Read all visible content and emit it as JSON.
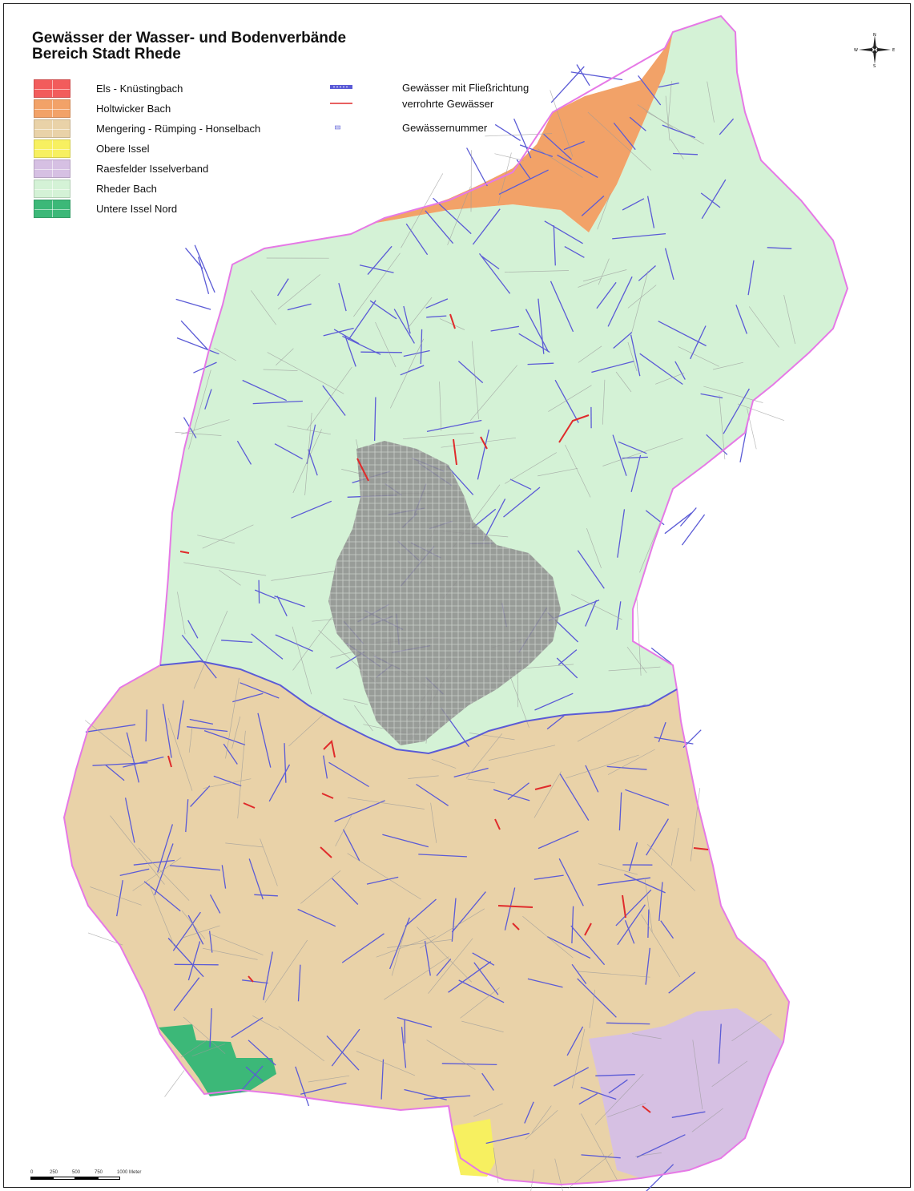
{
  "title": {
    "line1": "Gewässer der Wasser- und Bodenverbände",
    "line2": "Bereich Stadt Rhede"
  },
  "legend": [
    {
      "label": "Els - Knüstingbach",
      "color": "#f25c5c"
    },
    {
      "label": "Holtwicker Bach",
      "color": "#f2a268"
    },
    {
      "label": "Mengering - Rümping - Honselbach",
      "color": "#e9d2a8"
    },
    {
      "label": "Obere Issel",
      "color": "#f7f060"
    },
    {
      "label": "Raesfelder Isselverband",
      "color": "#d6c0e3"
    },
    {
      "label": "Rheder Bach",
      "color": "#d4f2d6"
    },
    {
      "label": "Untere Issel Nord",
      "color": "#3cb878"
    }
  ],
  "line_legend": [
    {
      "label": "Gewässer mit Fließrichtung",
      "symbol": "flow-line",
      "color": "#5b5bd6"
    },
    {
      "label": "verrohrte Gewässer",
      "symbol": "pipe-line",
      "color": "#e02b2b"
    },
    {
      "label": "Gewässernummer",
      "symbol": "number-box",
      "color": "#5b5bd6"
    }
  ],
  "compass": {
    "north": "N",
    "south": "S",
    "east": "E",
    "west": "W"
  },
  "scale": {
    "ticks": [
      "0",
      "250",
      "500",
      "750",
      "1000 Meter"
    ]
  },
  "colors": {
    "boundary": "#e679e6",
    "water": "#5b5bd6",
    "pipe": "#e02b2b",
    "roads": "#9a9a9a",
    "urban": "#8d8d8d"
  }
}
